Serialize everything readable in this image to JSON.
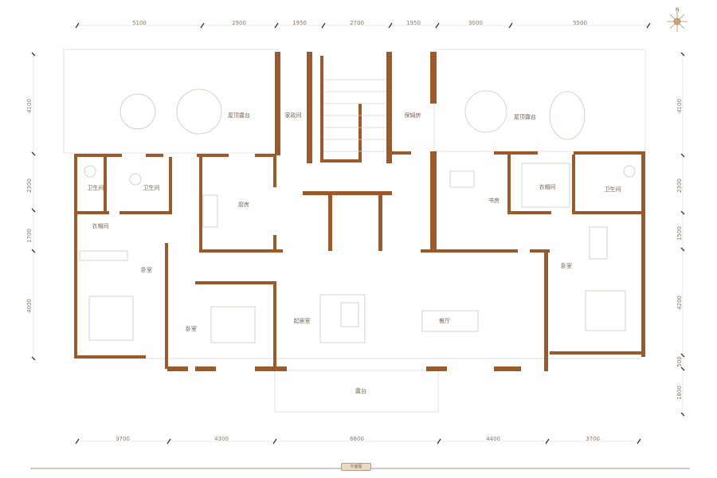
{
  "dimensions": {
    "top": [
      "5100",
      "2900",
      "1950",
      "2700",
      "1950",
      "3000",
      "5500"
    ],
    "bottom": [
      "3700",
      "4300",
      "6600",
      "4400",
      "3700"
    ],
    "left": [
      "4100",
      "2300",
      "1700",
      "4000"
    ],
    "right": [
      "4100",
      "2300",
      "1500",
      "4200",
      "500",
      "1800"
    ]
  },
  "rooms": {
    "roof_terrace_left": "屋顶露台",
    "housekeeping": "家政间",
    "nanny_room": "保姆房",
    "roof_terrace_right": "屋顶露台",
    "bath_left_outer": "卫生间",
    "bath_left_inner": "卫生间",
    "cloakroom_left": "衣帽间",
    "kitchen": "厨房",
    "study": "书房",
    "cloakroom_right": "衣帽间",
    "bath_right": "卫生间",
    "bedroom_left": "卧室",
    "bedroom_middle": "卧室",
    "living_room": "起居室",
    "dining_room": "餐厅",
    "bedroom_right": "卧室",
    "terrace": "露台"
  },
  "compass_label": "N",
  "scale_bar_label": "平面图",
  "colors": {
    "wall": "#9a5a2a",
    "text": "#7a6658"
  }
}
